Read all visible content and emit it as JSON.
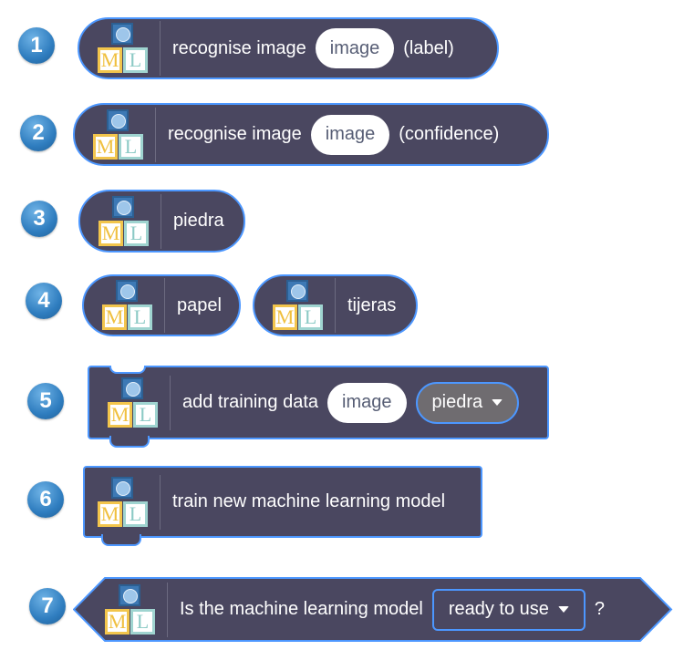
{
  "badges": [
    "1",
    "2",
    "3",
    "4",
    "5",
    "6",
    "7"
  ],
  "block1": {
    "text": "recognise image",
    "input": "image",
    "suffix": "(label)"
  },
  "block2": {
    "text": "recognise image",
    "input": "image",
    "suffix": "(confidence)"
  },
  "block3": {
    "text": "piedra"
  },
  "block4": [
    {
      "text": "papel"
    },
    {
      "text": "tijeras"
    }
  ],
  "block5": {
    "text": "add training data",
    "input": "image",
    "dropdown": "piedra"
  },
  "block6": {
    "text": "train new machine learning model"
  },
  "block7": {
    "text": "Is the machine learning model",
    "dropdown": "ready to use",
    "suffix": "?"
  },
  "logo": {
    "m": "M",
    "l": "L"
  },
  "colors": {
    "block": "#4a4760",
    "border": "#4c97ff"
  }
}
